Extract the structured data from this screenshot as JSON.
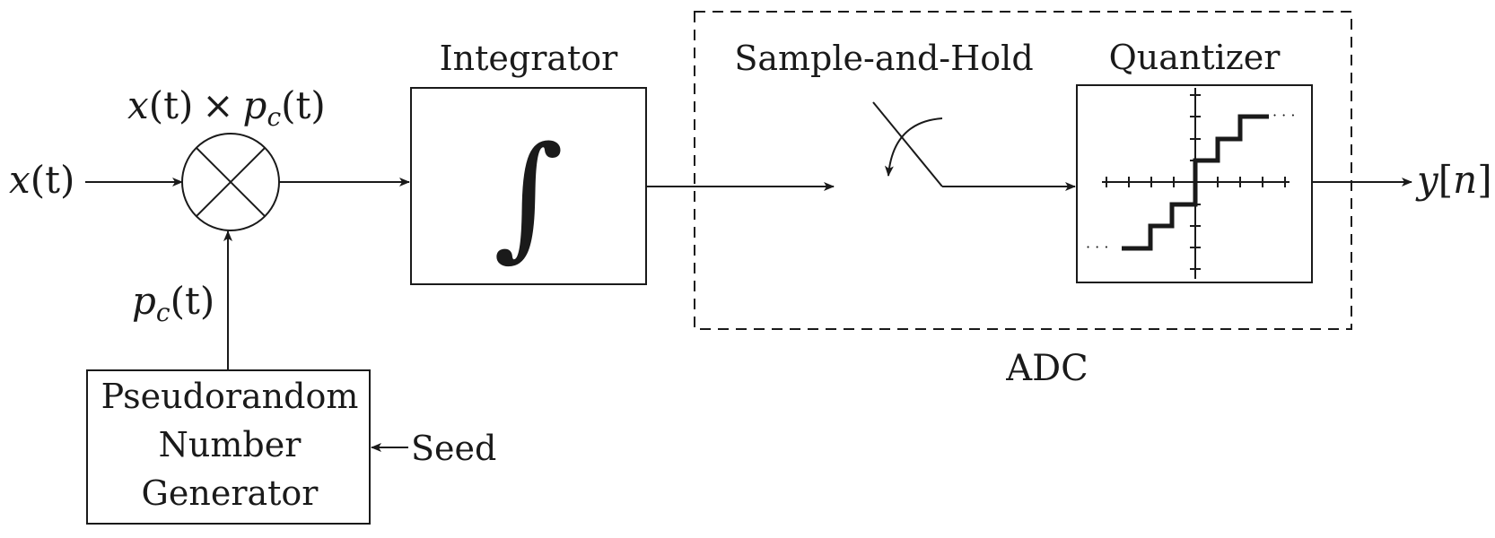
{
  "input_label": {
    "var": "x",
    "arg": "(t)"
  },
  "mixer_label": {
    "x_var": "x",
    "x_arg": "(t)",
    "times": "×",
    "p_var": "p",
    "p_sub": "c",
    "p_arg": "(t)"
  },
  "prn_output_label": {
    "var": "p",
    "sub": "c",
    "arg": "(t)"
  },
  "integrator": {
    "title": "Integrator",
    "symbol": "∫"
  },
  "adc": {
    "label": "ADC"
  },
  "sample_hold": {
    "title": "Sample-and-Hold"
  },
  "quantizer": {
    "title": "Quantizer",
    "ellipsis": "· · ·"
  },
  "prng": {
    "line1": "Pseudorandom",
    "line2": "Number",
    "line3": "Generator"
  },
  "seed": {
    "label": "Seed"
  },
  "output_label": {
    "var": "y",
    "open": "[",
    "idx": "n",
    "close": "]"
  }
}
